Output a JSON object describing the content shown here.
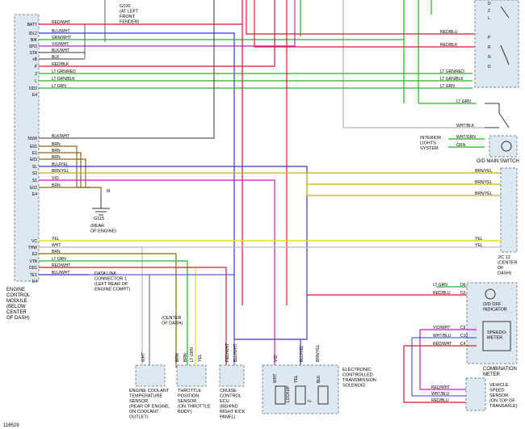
{
  "ecm": {
    "pins": [
      "BATT",
      "IDL2",
      "B/K",
      "SPD",
      "STA",
      "+B",
      "P",
      "2",
      "L",
      "OD2",
      "E4",
      "NSW",
      "E01",
      "E1",
      "E03",
      "SL",
      "S2",
      "S1",
      "E02",
      "E4",
      "VC",
      "THW",
      "E2",
      "VTA",
      "OD1",
      "TE1",
      "E4"
    ],
    "wires": [
      "RED/WHT",
      "BLU/WHT",
      "GRN/WHT",
      "VIO/WHT",
      "BLK/WHT",
      "BLK",
      "RED/BLK",
      "LT GRN/RED",
      "LT GRN/BLK",
      "LT GRN",
      "BLK/WHT",
      "BRN",
      "BRN",
      "BRN",
      "BLU/YEL",
      "BRN/YEL",
      "VIO",
      "BRN",
      "YEL",
      "WHT",
      "BRN",
      "LT GRN",
      "RED/WHT",
      "BLU/WHT"
    ],
    "label": "ENGINE\nCONTROL\nMODULE\n(BELOW\nCENTER\nOF DASH)"
  },
  "g100": "G100\n(AT LEFT\nFRONT\nFENDER)",
  "g115": {
    "name": "G115",
    "loc": "(REAR\nOF ENGINE)",
    "pin": "I8"
  },
  "dlc": "DATA LINK\nCONNECTOR 1\n(LEFT REAR OF\nENGINE COMPT)",
  "dash_center": "(CENTER\nOF DASH)",
  "switch_top": {
    "wires": [
      "RED/BLU",
      "RED/BLK",
      "LT GRN/RED",
      "LT GRN/BLK",
      "LT GRN"
    ],
    "letters": [
      "D",
      "2",
      "L",
      "P",
      "R",
      "N",
      "D"
    ]
  },
  "od_switch": {
    "wires": [
      "LT GRN",
      "WHT/BLK",
      "WHT/GRN",
      "GRN"
    ],
    "label": "O/D MAIN SWITCH",
    "interior": "INTERIOR\nLIGHTS\nSYSTEM"
  },
  "jc": {
    "wires": [
      "BRN/YEL",
      "BRN/YEL",
      "BRN/YEL",
      "YEL",
      "YEL"
    ],
    "label": "J/C 12\n(CENTER\nOF\nDASH)"
  },
  "meter": {
    "wires": [
      "LT GRN",
      "RED/BLU",
      "VIO/WHT",
      "WHT/BLU",
      "RED/WHT"
    ],
    "pins": [
      "D6",
      "D2",
      "C9",
      "C10",
      "C4"
    ],
    "od_off": "O/D OFF\nINDICATOR",
    "speedometer": "SPEEDO-\nMETER",
    "label": "COMBINATION\nMETER"
  },
  "vss": {
    "wires": [
      "RED/WHT",
      "WHT/BLU",
      "RED/BLU"
    ],
    "label": "VEHICLE\nSPEED\nSENSOR\n(ON TOP OF\nTRANSAXLE)"
  },
  "sensors": {
    "ect": "ENGINE COOLANT\nTEMPERATURE\nSENSOR\n(REAR OF ENGINE,\nON COOLANT\nOUTLET)",
    "tps": "THROTTLE\nPOSITION\nSENSOR\n(ON THROTTLE\nBODY)",
    "cruise": "CRUISE\nCONTROL\nECU\n(BEHIND\nRIGHT KICK\nPANEL)",
    "ecs": "ELECTRONIC\nCONTROLLED\nTRANSMISSION\nSOLENOID",
    "ecs_labels": [
      "WHT",
      "YEL",
      "BLK",
      "LOCKUP",
      "2"
    ],
    "bottom_wires": [
      "WHT",
      "BRN",
      "BRN",
      "LT GRN",
      "YEL",
      "RED/WHT",
      "BLU/WHT",
      "VIO",
      "BLU/YEL",
      "BRN/YEL"
    ]
  },
  "figure_id": "116529"
}
